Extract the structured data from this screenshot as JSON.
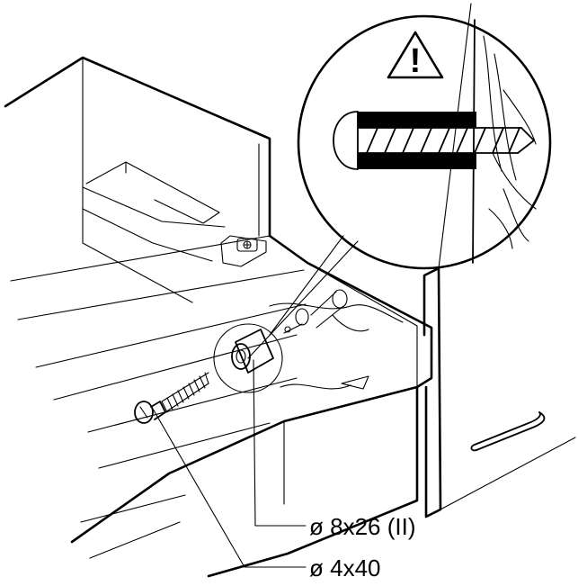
{
  "parts": [
    {
      "id": "dowel",
      "label": "ø 8x26 (II)"
    },
    {
      "id": "screw",
      "label": "ø 4x40"
    }
  ],
  "warning": {
    "symbol": "!"
  },
  "colors": {
    "ink": "#000000",
    "paper": "#ffffff"
  }
}
